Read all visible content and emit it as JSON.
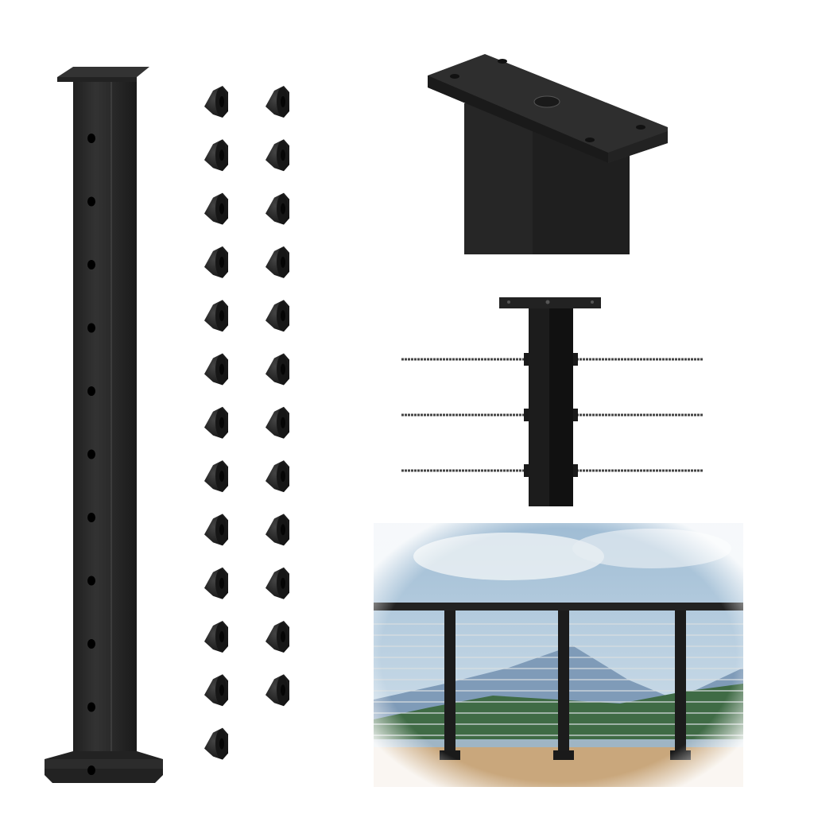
{
  "product": {
    "post_color": "#2a2a2a",
    "grommet_color": "#1c1c1c",
    "grommet_columns": [
      13,
      12
    ],
    "post_hole_count": 11,
    "cable_rows": 3
  },
  "scene": {
    "sky_color": "#b9cfe0",
    "mountain_color": "#7f9bb8",
    "forest_color": "#3f6b45",
    "deck_color": "#c9a77c",
    "rail_posts": 3,
    "cable_lines": 11
  }
}
